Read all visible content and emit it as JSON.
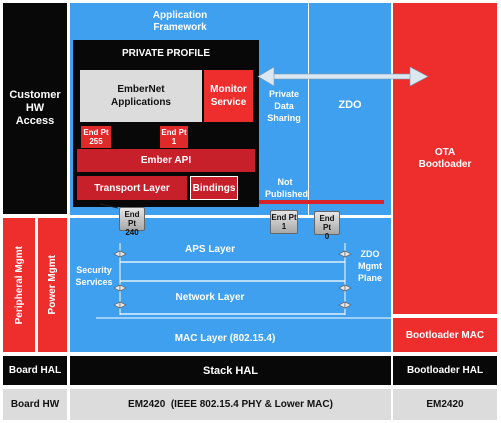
{
  "customer_hw_access": "Customer\nHW\nAccess",
  "peripheral_mgmt": "Peripheral Mgmt",
  "power_mgmt": "Power Mgmt",
  "board_hal": "Board HAL",
  "board_hw": "Board HW",
  "application_framework": "Application Framework",
  "private_profile": "PRIVATE PROFILE",
  "embernet_applications": "EmberNet\nApplications",
  "monitor_service": "Monitor\nService",
  "end_pt_255": "End Pt\n255",
  "end_pt_1_app": "End Pt\n1",
  "ember_api": "Ember API",
  "transport_layer": "Transport Layer",
  "bindings": "Bindings",
  "private_data_sharing": "Private\nData\nSharing",
  "not_published": "Not\nPublished",
  "zdo": "ZDO",
  "end_pt_240": "End Pt\n240",
  "end_pt_1_aps": "End Pt\n1",
  "end_pt_0": "End Pt\n0",
  "aps_layer": "APS Layer",
  "security_services": "Security\nServices",
  "network_layer": "Network Layer",
  "zdo_mgmt_plane": "ZDO\nMgmt\nPlane",
  "mac_layer": "MAC Layer (802.15.4)",
  "stack_hal": "Stack HAL",
  "em2420_phy": "EM2420  (IEEE 802.15.4 PHY & Lower MAC)",
  "ota_bootloader": "OTA\nBootloader",
  "bootloader_mac": "Bootloader MAC",
  "bootloader_hal": "Bootloader HAL",
  "em2420": "EM2420",
  "colors": {
    "blue": "#3ea0ee",
    "red": "#ee2d2d",
    "dark_red": "#c8202a",
    "black": "#080808",
    "grey": "#dcdcdc"
  }
}
